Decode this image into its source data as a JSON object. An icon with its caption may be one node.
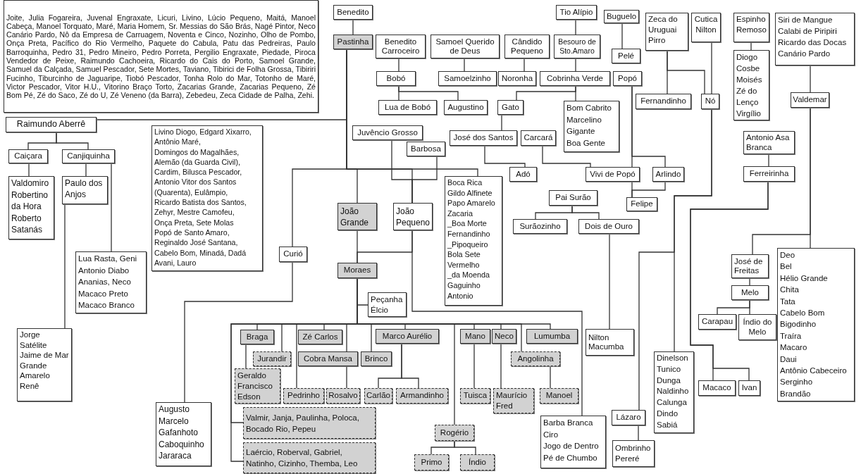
{
  "diagram": {
    "nodes": [
      {
        "text": [
          "Joite, Julia Fogareira, Juvenal Engraxate, Licuri, Livino, Lúcio Pequeno, Maitá, Manoel Cabeça, Manoel Torquato, Maré, Maria Homem, Sr. Messias do São Brás, Nagé Pintor, Neco Canário Pardo, Nô da Empresa de Carruagem, Noventa e Cinco, Nozinho, Olho de Pombo, Onça Preta, Pacífico do Rio Vermelho, Paquete do Cabula, Patu das Pedreiras, Paulo Barroquinha, Pedro 31, Pedro Mineiro, Pedro Porreta, Pergilio Engraxate, Piedade, Piroca Vendedor de Peixe, Raimundo Cachoeira, Ricardo do Cais do Porto, Samoel Grande, Samuel da Calçada, Samuel Pescador, Sete Mortes, Taviano, Tibirici de Folha Grossa, Tibiriri Fucinho, Tiburcinho de Jaguaripe, Tiobó Pescador, Tonha Rolo do Mar, Totonho de Maré, Victor Pescador, Vitor H.U., Vitorino Braço Torto, Zacarias Grande, Zacarias Pequeno, Zé Bom Pé, Zé do Saco, Zé do U, Zé Veneno (da Barra), Zebedeu, Zeca Cidade de Palha, Zehi."
        ]
      },
      {
        "text": [
          "Benedito"
        ]
      },
      {
        "text": [
          "Pastinha"
        ]
      },
      {
        "text": [
          "Benedito Carroceiro"
        ]
      },
      {
        "text": [
          "Samoel Querido de Deus"
        ]
      },
      {
        "text": [
          "Cândido Pequeno"
        ]
      },
      {
        "text": [
          "Tio Alípio"
        ]
      },
      {
        "text": [
          "Besouro de Sto.Amaro"
        ]
      },
      {
        "text": [
          "Buguelo"
        ]
      },
      {
        "text": [
          "Pelé"
        ]
      },
      {
        "text": [
          "Zeca do Uruguai",
          "Pirro"
        ]
      },
      {
        "text": [
          "Cutica",
          "Nilton"
        ]
      },
      {
        "text": [
          "Espinho Remoso"
        ]
      },
      {
        "text": [
          "Diogo",
          "Cosbe",
          "Moisés",
          "Zé do Lenço",
          "Virgílio"
        ]
      },
      {
        "text": [
          "Siri de Mangue",
          "Calabi de Piripiri",
          "Ricardo das Docas",
          "Canário Pardo"
        ]
      },
      {
        "text": [
          "Bobó"
        ]
      },
      {
        "text": [
          "Samoelzinho"
        ]
      },
      {
        "text": [
          "Noronha"
        ]
      },
      {
        "text": [
          "Cobrinha Verde"
        ]
      },
      {
        "text": [
          "Popó"
        ]
      },
      {
        "text": [
          "Lua de Bobó"
        ]
      },
      {
        "text": [
          "Augustino"
        ]
      },
      {
        "text": [
          "Gato"
        ]
      },
      {
        "text": [
          "Bom Cabrito",
          "Marcelino",
          "Gigante",
          "Boa Gente"
        ]
      },
      {
        "text": [
          "Fernandinho"
        ]
      },
      {
        "text": [
          "Nó"
        ]
      },
      {
        "text": [
          "Valdemar"
        ]
      },
      {
        "text": [
          "Raimundo Aberrê"
        ]
      },
      {
        "text": [
          "Livino Diogo, Edgard Xixarro,",
          "Antônio Maré,",
          "Domingos do Magalhães,",
          "Alemão (da Guarda Civil),",
          "Cardim, Bilusca Pescador,",
          "Antonio Vitor dos Santos",
          "(Quarenta), Eulâmpio,",
          "Ricardo Batista dos Santos,",
          "Zehyr, Mestre Camofeu,",
          "Onça Preta, Sete Molas",
          "Popó de Santo Amaro,",
          "Reginaldo José Santana,",
          "Cabelo Bom, Minadá, Dadá",
          "Avani, Lauro"
        ]
      },
      {
        "text": [
          "Juvêncio Grosso"
        ]
      },
      {
        "text": [
          "Barbosa"
        ]
      },
      {
        "text": [
          "José dos Santos"
        ]
      },
      {
        "text": [
          "Carcará"
        ]
      },
      {
        "text": [
          "Antonio Asa Branca"
        ]
      },
      {
        "text": [
          "Caiçara"
        ]
      },
      {
        "text": [
          "Canjiquinha"
        ]
      },
      {
        "text": [
          "Adó"
        ]
      },
      {
        "text": [
          "Vivi de Popó"
        ]
      },
      {
        "text": [
          "Arlindo"
        ]
      },
      {
        "text": [
          "Ferreirinha"
        ]
      },
      {
        "text": [
          "Valdomiro",
          "Robertino da Hora",
          "Roberto Satanás"
        ]
      },
      {
        "text": [
          "Paulo dos Anjos"
        ]
      },
      {
        "text": [
          "Pai Surão"
        ]
      },
      {
        "text": [
          "Felipe"
        ]
      },
      {
        "text": [
          "Boca Rica",
          "Gildo Alfinete",
          "Papo Amarelo",
          "Zacaria",
          "_Boa Morte",
          "Fernandinho",
          "_Pipoqueiro",
          "Bola Sete",
          "Vermelho",
          "_da Moenda",
          "Gaguinho",
          "Antonio"
        ]
      },
      {
        "text": [
          "João Grande"
        ]
      },
      {
        "text": [
          "João Pequeno"
        ]
      },
      {
        "text": [
          "Surãozinho"
        ]
      },
      {
        "text": [
          "Dois de Ouro"
        ]
      },
      {
        "text": [
          "Curió"
        ]
      },
      {
        "text": [
          "Lua Rasta, Geni",
          "Antonio Diabo",
          "Ananias, Neco",
          "Macaco Preto",
          "Macaco Branco"
        ]
      },
      {
        "text": [
          "Moraes"
        ]
      },
      {
        "text": [
          "José de Freitas"
        ]
      },
      {
        "text": [
          "Deo",
          "Bel",
          "Hélio Grande",
          "Chita",
          "Tata",
          "Cabelo Bom",
          "Bigodinho",
          "Traíra",
          "Macaro",
          "Daui",
          "Antônio Cabeceiro",
          "Serginho",
          "Brandão"
        ]
      },
      {
        "text": [
          "Melo"
        ]
      },
      {
        "text": [
          "Peçanha",
          "Élcio"
        ]
      },
      {
        "text": [
          "Carapau"
        ]
      },
      {
        "text": [
          "Índio do Melo"
        ]
      },
      {
        "text": [
          "Nilton Macumba"
        ]
      },
      {
        "text": [
          "Braga"
        ]
      },
      {
        "text": [
          "Zé Carlos"
        ]
      },
      {
        "text": [
          "Marco Aurélio"
        ]
      },
      {
        "text": [
          "Mano"
        ]
      },
      {
        "text": [
          "Neco"
        ]
      },
      {
        "text": [
          "Lumumba"
        ]
      },
      {
        "text": [
          "Jorge Satélite",
          "Jaime de Mar Grande",
          "Amarelo",
          "Renê"
        ]
      },
      {
        "text": [
          "Jurandir"
        ]
      },
      {
        "text": [
          "Cobra Mansa"
        ]
      },
      {
        "text": [
          "Brinco"
        ]
      },
      {
        "text": [
          "Angolinha"
        ]
      },
      {
        "text": [
          "Geraldo",
          "Francisco",
          "Edson"
        ]
      },
      {
        "text": [
          "Dinelson",
          "Tunico",
          "Dunga",
          "Naldinho",
          "Calunga",
          "Dindo",
          "Sabiá"
        ]
      },
      {
        "text": [
          "Macaco"
        ]
      },
      {
        "text": [
          "Ivan"
        ]
      },
      {
        "text": [
          "Pedrinho"
        ]
      },
      {
        "text": [
          "Rosalvo"
        ]
      },
      {
        "text": [
          "Carlão"
        ]
      },
      {
        "text": [
          "Armandinho"
        ]
      },
      {
        "text": [
          "Tuisca"
        ]
      },
      {
        "text": [
          "Maurício",
          "Fred"
        ]
      },
      {
        "text": [
          "Manoel"
        ]
      },
      {
        "text": [
          "Augusto",
          "Marcelo",
          "Gafanhoto",
          "Caboquinho",
          "Jararaca"
        ]
      },
      {
        "text": [
          "Valmir, Janja, Paulinha, Poloca, Bocado Rio, Pepeu"
        ]
      },
      {
        "text": [
          "Lázaro"
        ]
      },
      {
        "text": [
          "Barba Branca",
          "Ciro",
          "Jogo de Dentro",
          "Pé de Chumbo"
        ]
      },
      {
        "text": [
          "Rogério"
        ]
      },
      {
        "text": [
          "Laércio, Roberval, Gabriel, Natinho, Cizinho, Themba, Leo"
        ]
      },
      {
        "text": [
          "Primo"
        ]
      },
      {
        "text": [
          "Índio"
        ]
      },
      {
        "text": [
          "Ombrinho",
          "Pereré"
        ]
      }
    ],
    "edges": [
      {
        "from": 1,
        "to": 2,
        "arrow": "none"
      },
      {
        "from": 2,
        "to": 27,
        "arrow": "none"
      },
      {
        "from": 27,
        "to": 34,
        "arrow": "none"
      },
      {
        "from": 27,
        "to": 35,
        "arrow": "none"
      },
      {
        "from": 34,
        "to": 40,
        "arrow": "none"
      },
      {
        "from": 35,
        "to": 41,
        "arrow": "none"
      },
      {
        "from": 35,
        "to": 50,
        "arrow": "none"
      },
      {
        "from": 41,
        "to": 65,
        "arrow": "none"
      },
      {
        "from": 3,
        "to": 15,
        "arrow": "none"
      },
      {
        "from": 4,
        "to": 16,
        "arrow": "none"
      },
      {
        "from": 5,
        "to": 17,
        "arrow": "none"
      },
      {
        "from": 6,
        "to": 7,
        "arrow": "none"
      },
      {
        "from": 7,
        "to": 18,
        "arrow": "none"
      },
      {
        "from": 8,
        "to": 9,
        "arrow": "none"
      },
      {
        "from": 15,
        "to": 20,
        "arrow": "none"
      },
      {
        "from": 15,
        "to": 21,
        "arrow": "none"
      },
      {
        "from": 18,
        "to": 22,
        "arrow": "none"
      },
      {
        "from": 18,
        "to": 23,
        "arrow": "none"
      },
      {
        "from": 22,
        "to": 31,
        "arrow": "none"
      },
      {
        "from": 31,
        "to": 36,
        "arrow": "none"
      },
      {
        "from": 32,
        "to": 37,
        "arrow": "none"
      },
      {
        "from": 19,
        "to": 37,
        "arrow": "none"
      },
      {
        "from": 19,
        "to": 38,
        "arrow": "none"
      },
      {
        "from": 37,
        "to": 43,
        "arrow": "none"
      },
      {
        "from": 38,
        "to": 43,
        "arrow": "none"
      },
      {
        "from": 42,
        "to": 47,
        "arrow": "none"
      },
      {
        "from": 42,
        "to": 48,
        "arrow": "none"
      },
      {
        "from": 48,
        "to": 58,
        "arrow": "none"
      },
      {
        "from": 10,
        "to": 24,
        "arrow": "none"
      },
      {
        "from": 10,
        "to": 25,
        "arrow": "none"
      },
      {
        "from": 11,
        "to": 25,
        "arrow": "none"
      },
      {
        "from": 25,
        "to": 71,
        "arrow": "none"
      },
      {
        "from": 25,
        "to": 83,
        "arrow": "none"
      },
      {
        "from": 12,
        "to": 13,
        "arrow": "none"
      },
      {
        "from": 14,
        "to": 26,
        "arrow": "none"
      },
      {
        "from": 26,
        "to": 52,
        "arrow": "none"
      },
      {
        "from": 26,
        "to": 53,
        "arrow": "none"
      },
      {
        "from": 33,
        "to": 39,
        "arrow": "none"
      },
      {
        "from": 39,
        "to": 72,
        "arrow": "none"
      },
      {
        "from": 39,
        "to": 73,
        "arrow": "none"
      },
      {
        "from": 52,
        "to": 54,
        "arrow": "none"
      },
      {
        "from": 54,
        "to": 56,
        "arrow": "none"
      },
      {
        "from": 54,
        "to": 57,
        "arrow": "none"
      },
      {
        "from": 83,
        "to": 89,
        "arrow": "none"
      },
      {
        "from": 2,
        "to": 49,
        "arrow": "none"
      },
      {
        "from": 49,
        "to": 81,
        "arrow": "none"
      },
      {
        "from": 2,
        "to": 45,
        "arrow": "none"
      },
      {
        "from": 2,
        "to": 46,
        "arrow": "none"
      },
      {
        "from": 2,
        "to": 44,
        "arrow": "none"
      },
      {
        "from": 29,
        "to": 46,
        "arrow": "none"
      },
      {
        "from": 30,
        "to": 46,
        "arrow": "none"
      },
      {
        "from": 45,
        "to": 51,
        "arrow": "none"
      },
      {
        "from": 46,
        "to": 51,
        "arrow": "none"
      },
      {
        "from": 46,
        "to": 84,
        "arrow": "none"
      },
      {
        "from": 51,
        "to": 55,
        "arrow": "none"
      },
      {
        "from": 51,
        "to": 59,
        "arrow": "none"
      },
      {
        "from": 51,
        "to": 66,
        "arrow": "none"
      },
      {
        "from": 51,
        "to": 60,
        "arrow": "none"
      },
      {
        "from": 51,
        "to": 74,
        "arrow": "none"
      },
      {
        "from": 51,
        "to": 67,
        "arrow": "none"
      },
      {
        "from": 51,
        "to": 68,
        "arrow": "none"
      },
      {
        "from": 51,
        "to": 61,
        "arrow": "none"
      },
      {
        "from": 51,
        "to": 85,
        "arrow": "none"
      },
      {
        "from": 51,
        "to": 62,
        "arrow": "none"
      },
      {
        "from": 51,
        "to": 63,
        "arrow": "none"
      },
      {
        "from": 51,
        "to": 69,
        "arrow": "none"
      },
      {
        "from": 51,
        "to": 64,
        "arrow": "none"
      },
      {
        "from": 51,
        "to": 82,
        "arrow": "none"
      },
      {
        "from": 51,
        "to": 86,
        "arrow": "none"
      },
      {
        "from": 59,
        "to": 70,
        "arrow": "none"
      },
      {
        "from": 67,
        "to": 75,
        "arrow": "none"
      },
      {
        "from": 61,
        "to": 76,
        "arrow": "none"
      },
      {
        "from": 61,
        "to": 77,
        "arrow": "none"
      },
      {
        "from": 62,
        "to": 78,
        "arrow": "none"
      },
      {
        "from": 63,
        "to": 79,
        "arrow": "none"
      },
      {
        "from": 69,
        "to": 80,
        "arrow": "none"
      },
      {
        "from": 85,
        "to": 87,
        "arrow": "none"
      },
      {
        "from": 85,
        "to": 88,
        "arrow": "none"
      }
    ]
  }
}
